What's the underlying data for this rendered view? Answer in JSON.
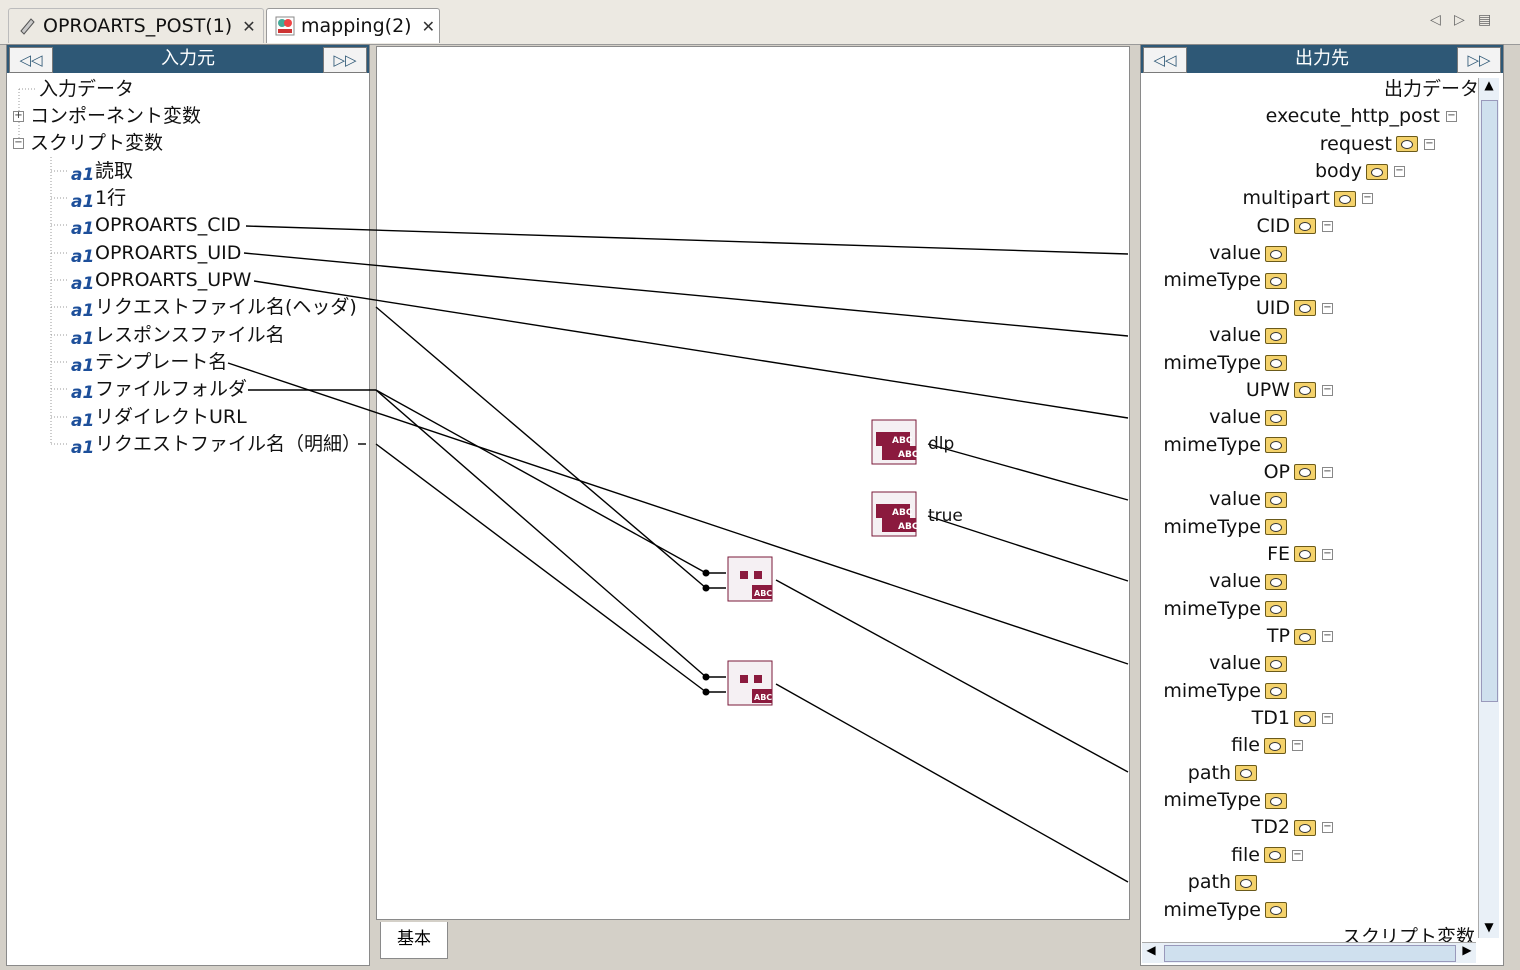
{
  "tabs": [
    {
      "label": "OPROARTS_POST(1)"
    },
    {
      "label": "mapping(2)"
    }
  ],
  "left_panel": {
    "title": "入力元",
    "nav_left": "◁◁",
    "nav_right": "▷▷",
    "root": "入力データ",
    "component": "コンポーネント変数",
    "script": "スクリプト変数",
    "items": [
      "読取",
      "1行",
      "OPROARTS_CID",
      "OPROARTS_UID",
      "OPROARTS_UPW",
      "リクエストファイル名(ヘッダ)",
      "レスポンスファイル名",
      "テンプレート名",
      "ファイルフォルダ",
      "リダイレクトURL",
      "リクエストファイル名（明細）"
    ]
  },
  "right_panel": {
    "title": "出力先",
    "nav_left": "◁◁",
    "nav_right": "▷▷",
    "nodes": [
      "出力データ",
      "execute_http_post",
      "request",
      "body",
      "multipart",
      "CID",
      "value",
      "mimeType",
      "UID",
      "value",
      "mimeType",
      "UPW",
      "value",
      "mimeType",
      "OP",
      "value",
      "mimeType",
      "FE",
      "value",
      "mimeType",
      "TP",
      "value",
      "mimeType",
      "TD1",
      "file",
      "path",
      "mimeType",
      "TD2",
      "file",
      "path",
      "mimeType",
      "スクリプト変数"
    ]
  },
  "mapping": {
    "const1": "dlp",
    "const2": "true"
  },
  "bottom_tab": "基本"
}
